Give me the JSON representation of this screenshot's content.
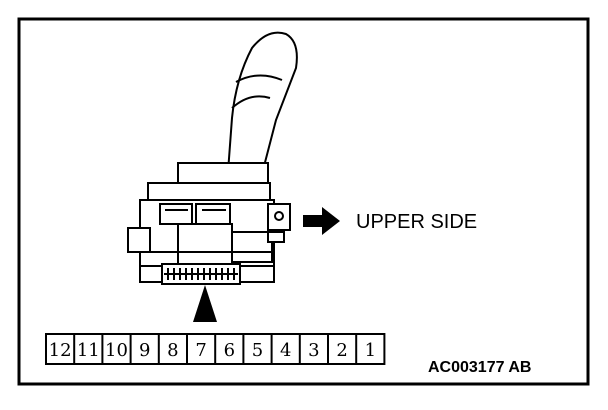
{
  "labels": {
    "direction": "UPPER SIDE",
    "figure_code": "AC003177 AB"
  },
  "pins": [
    "12",
    "11",
    "10",
    "9",
    "8",
    "7",
    "6",
    "5",
    "4",
    "3",
    "2",
    "1"
  ],
  "icons": [
    "connector-switch-drawing",
    "right-arrow-icon",
    "up-pointer-arrow-icon"
  ],
  "colors": {
    "ink": "#000000",
    "paper": "#ffffff"
  }
}
